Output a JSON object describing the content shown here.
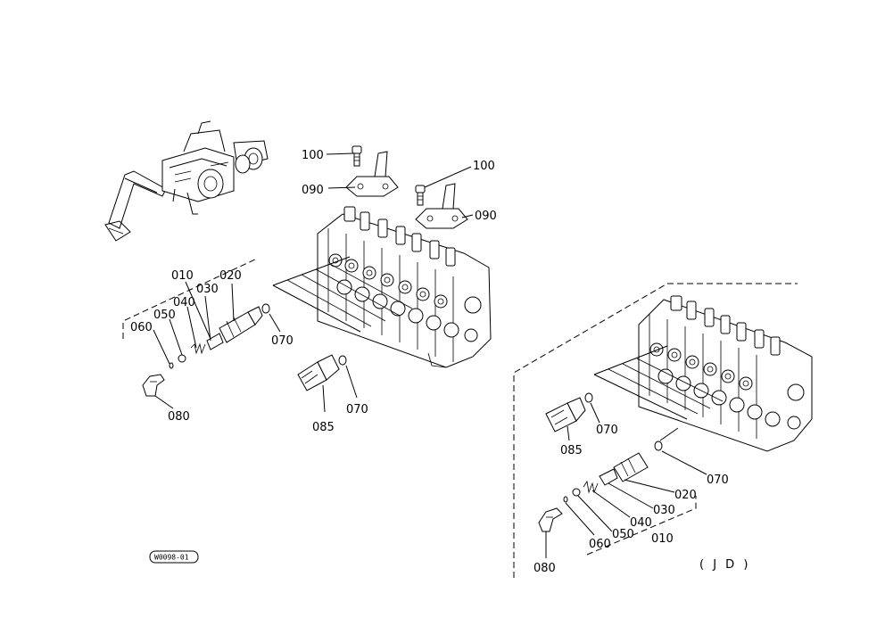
{
  "colors": {
    "ink": "#000000",
    "paper": "#ffffff"
  },
  "callouts": {
    "top_left_bolt": "100",
    "top_left_plate": "090",
    "top_right_bolt": "100",
    "top_right_plate": "090",
    "main": {
      "p010": "010",
      "p020": "020",
      "p030": "030",
      "p040": "040",
      "p050": "050",
      "p060": "060",
      "p070a": "070",
      "p070b": "070",
      "p080": "080",
      "p085": "085"
    },
    "jd": {
      "p070a": "070",
      "p085": "085",
      "p070b": "070",
      "p020": "020",
      "p030": "030",
      "p040": "040",
      "p050": "050",
      "p060": "060",
      "p010": "010",
      "p080": "080"
    }
  },
  "jd_label": "( J D )",
  "drawing_code": "W0098-01"
}
